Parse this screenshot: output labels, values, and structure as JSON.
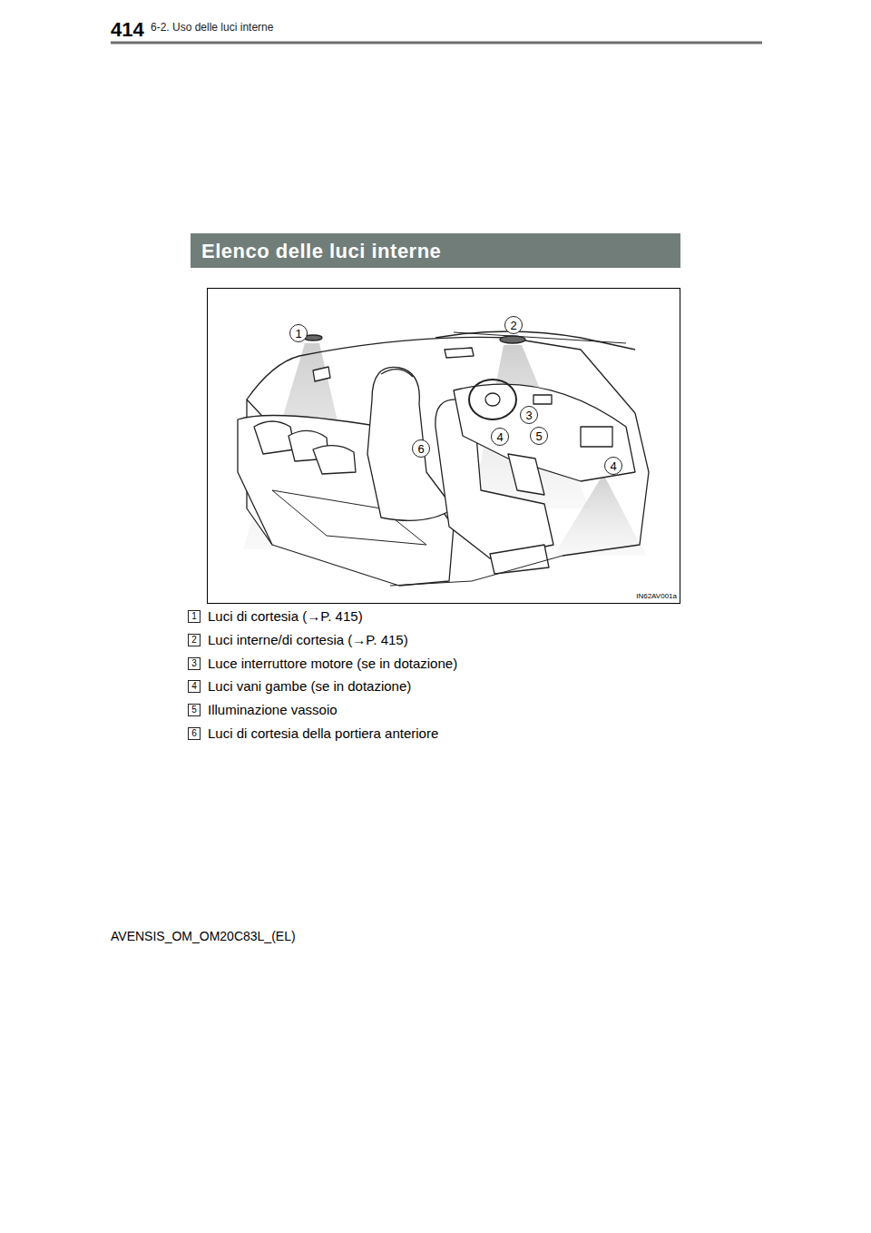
{
  "diagram": {
    "title": "Elenco delle luci interne",
    "nodes": [
      {
        "text": [
          "1"
        ]
      },
      {
        "text": [
          "2"
        ]
      },
      {
        "text": [
          "3"
        ]
      },
      {
        "text": [
          "4"
        ]
      },
      {
        "text": [
          "5"
        ]
      },
      {
        "text": [
          "6"
        ]
      },
      {
        "text": [
          "4"
        ]
      },
      {
        "text": [
          "1"
        ]
      },
      {
        "text": [
          "2"
        ]
      },
      {
        "text": [
          "3"
        ]
      },
      {
        "text": [
          "4"
        ]
      },
      {
        "text": [
          "5"
        ]
      },
      {
        "text": [
          "6"
        ]
      }
    ],
    "labels": [
      "414",
      "6-2. Uso delle luci interne",
      "IN62AV001a",
      "Luci di cortesia (→P. 415)",
      "Luci interne/di cortesia (→P. 415)",
      "Luce interruttore motore (se in dotazione)",
      "Luci vani gambe (se in dotazione)",
      "Illuminazione vassoio",
      "Luci di cortesia della portiera anteriore",
      "AVENSIS_OM_OM20C83L_(EL)"
    ]
  }
}
